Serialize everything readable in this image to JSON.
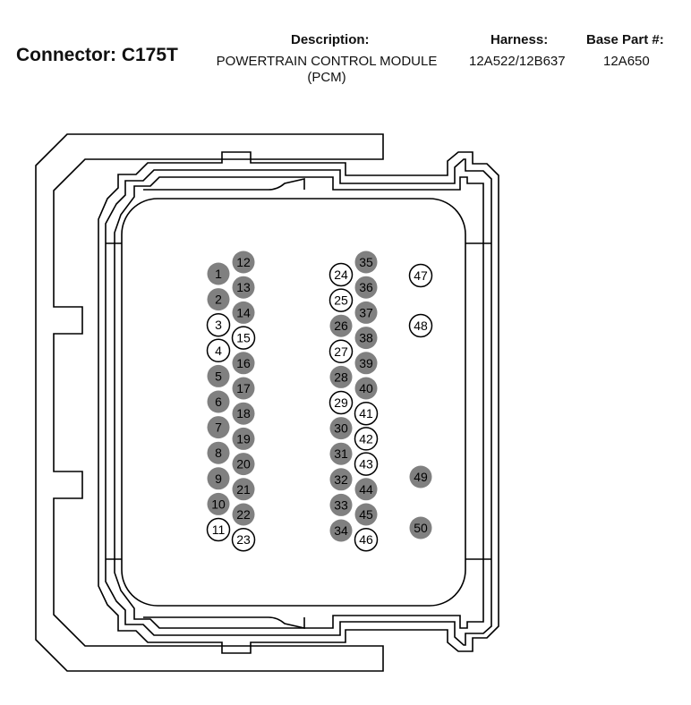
{
  "header": {
    "connector_title": "Connector: C175T",
    "description_label": "Description:",
    "description_line1": "POWERTRAIN CONTROL MODULE",
    "description_line2": "(PCM)",
    "harness_label": "Harness:",
    "harness_value": "12A522/12B637",
    "base_part_label": "Base Part #:",
    "base_part_value": "12A650"
  },
  "colors": {
    "filled_pin": "#808080",
    "outline": "#000000",
    "background": "#ffffff"
  },
  "pins": [
    {
      "label": "1",
      "filled": true
    },
    {
      "label": "2",
      "filled": true
    },
    {
      "label": "3",
      "filled": false
    },
    {
      "label": "4",
      "filled": false
    },
    {
      "label": "5",
      "filled": true
    },
    {
      "label": "6",
      "filled": true
    },
    {
      "label": "7",
      "filled": true
    },
    {
      "label": "8",
      "filled": true
    },
    {
      "label": "9",
      "filled": true
    },
    {
      "label": "10",
      "filled": true
    },
    {
      "label": "11",
      "filled": false
    },
    {
      "label": "12",
      "filled": true
    },
    {
      "label": "13",
      "filled": true
    },
    {
      "label": "14",
      "filled": true
    },
    {
      "label": "15",
      "filled": false
    },
    {
      "label": "16",
      "filled": true
    },
    {
      "label": "17",
      "filled": true
    },
    {
      "label": "18",
      "filled": true
    },
    {
      "label": "19",
      "filled": true
    },
    {
      "label": "20",
      "filled": true
    },
    {
      "label": "21",
      "filled": true
    },
    {
      "label": "22",
      "filled": true
    },
    {
      "label": "23",
      "filled": false
    },
    {
      "label": "24",
      "filled": false
    },
    {
      "label": "25",
      "filled": false
    },
    {
      "label": "26",
      "filled": true
    },
    {
      "label": "27",
      "filled": false
    },
    {
      "label": "28",
      "filled": true
    },
    {
      "label": "29",
      "filled": false
    },
    {
      "label": "30",
      "filled": true
    },
    {
      "label": "31",
      "filled": true
    },
    {
      "label": "32",
      "filled": true
    },
    {
      "label": "33",
      "filled": true
    },
    {
      "label": "34",
      "filled": true
    },
    {
      "label": "35",
      "filled": true
    },
    {
      "label": "36",
      "filled": true
    },
    {
      "label": "37",
      "filled": true
    },
    {
      "label": "38",
      "filled": true
    },
    {
      "label": "39",
      "filled": true
    },
    {
      "label": "40",
      "filled": true
    },
    {
      "label": "41",
      "filled": false
    },
    {
      "label": "42",
      "filled": false
    },
    {
      "label": "43",
      "filled": false
    },
    {
      "label": "44",
      "filled": true
    },
    {
      "label": "45",
      "filled": true
    },
    {
      "label": "46",
      "filled": false
    },
    {
      "label": "47",
      "filled": false
    },
    {
      "label": "48",
      "filled": false
    },
    {
      "label": "49",
      "filled": true
    },
    {
      "label": "50",
      "filled": true
    }
  ]
}
